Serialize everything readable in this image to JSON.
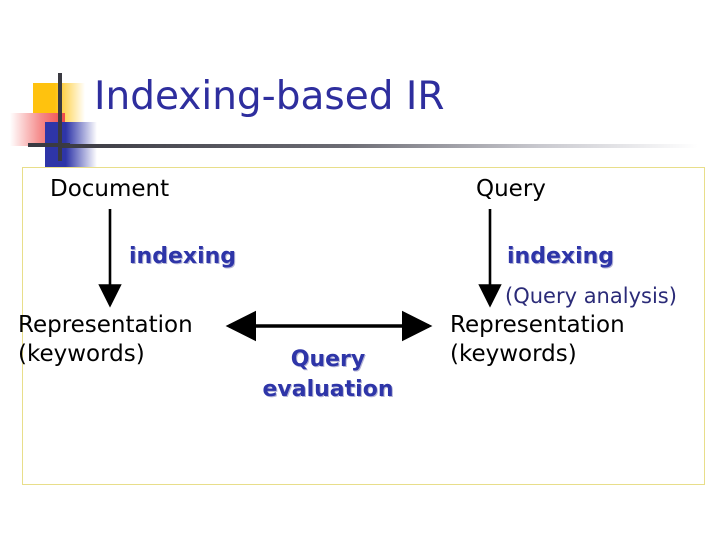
{
  "slide": {
    "title": "Indexing-based IR",
    "title_color": "#2E2E9E",
    "box_border_color": "#E8DE8A",
    "background": "#ffffff"
  },
  "decoration": {
    "yellow_square": "#FFC20E",
    "blue_square": "#2E35A8",
    "red_rect": "#F04A4A",
    "crosshair_line": "#3a3a42"
  },
  "diagram": {
    "columns": [
      {
        "side": "left",
        "header": "Document",
        "process": "indexing",
        "subtitle": "",
        "result": "Representation\n(keywords)"
      },
      {
        "side": "right",
        "header": "Query",
        "process": "indexing",
        "subtitle": "(Query analysis)",
        "result": "Representation\n(keywords)"
      }
    ],
    "center_label": "Query\nevaluation",
    "arrows": [
      {
        "name": "left-indexing-arrow",
        "direction": "down",
        "color": "#000000"
      },
      {
        "name": "right-indexing-arrow",
        "direction": "down",
        "color": "#000000"
      },
      {
        "name": "query-evaluation-arrow",
        "direction": "both-horizontal",
        "color": "#000000"
      }
    ],
    "text_colors": {
      "plain": "#000000",
      "process": "#2E35A8",
      "subtitle": "#2B2B78",
      "center_label": "#2E35A8"
    }
  }
}
